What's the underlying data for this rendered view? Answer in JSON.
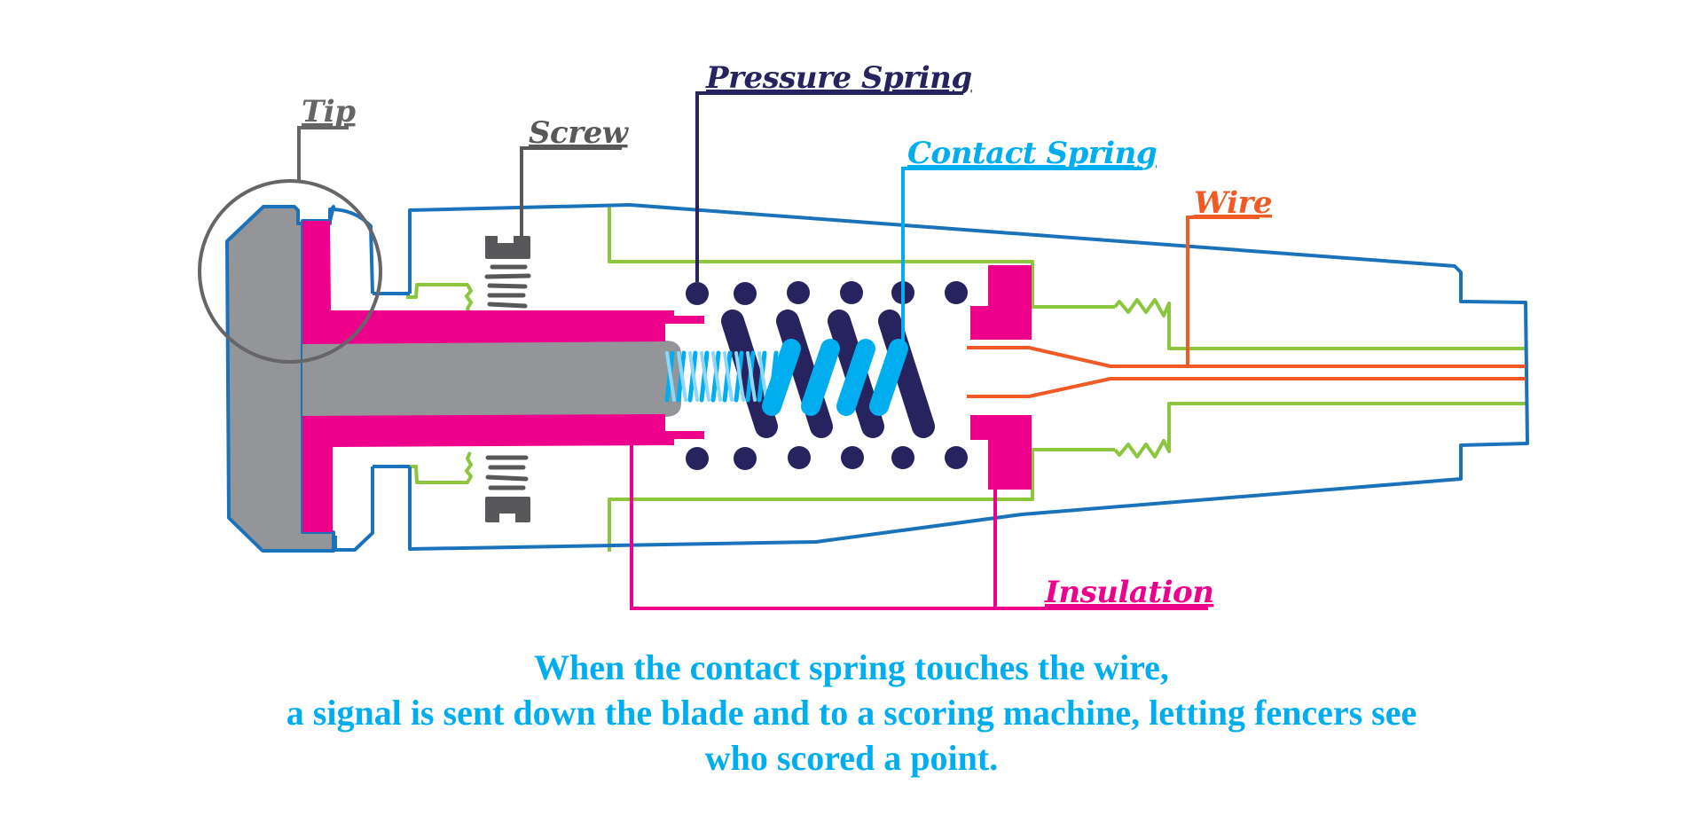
{
  "title": "Fencing weapon tip (point) cross-section",
  "labels": {
    "tip": "Tip",
    "screw": "Screw",
    "pressure_spring": "Pressure Spring",
    "contact_spring": "Contact Spring",
    "wire": "Wire",
    "insulation": "Insulation"
  },
  "caption": {
    "line1": "When the contact spring touches the wire,",
    "line2": "a signal is sent down the blade and to a scoring machine, letting fencers see",
    "line3": "who scored a point."
  },
  "colors": {
    "tip_label": "#666668",
    "screw_label": "#58585a",
    "pressure_spring": "#27235f",
    "contact_spring": "#00aeef",
    "wire": "#f15a24",
    "insulation": "#ec008c",
    "barrel_outline": "#1a72bb",
    "ground_wire": "#8cc63f",
    "tip_body": "#939598",
    "screw_body": "#58585a",
    "caption": "#00aeef"
  }
}
